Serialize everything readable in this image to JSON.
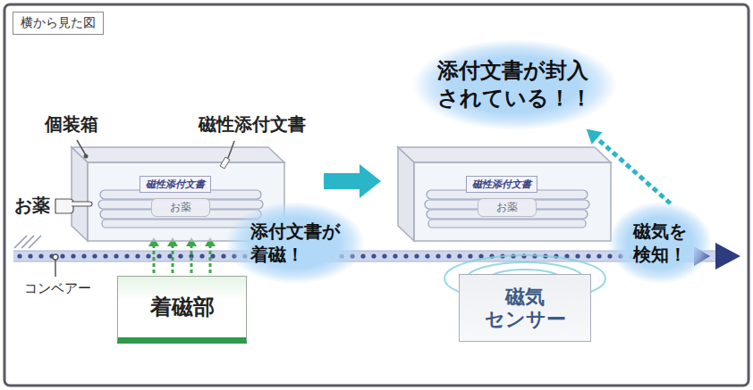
{
  "diagram": {
    "nodes": [
      {
        "text": [
          "横から見た図"
        ]
      },
      {
        "text": [
          "添付文書が封入 されている！！"
        ]
      },
      {
        "text": [
          "磁性添付文書"
        ]
      },
      {
        "text": [
          "お薬"
        ]
      },
      {
        "text": [
          "磁性添付文書"
        ]
      },
      {
        "text": [
          "お薬"
        ]
      },
      {
        "text": [
          "添付文書が 着磁！"
        ]
      },
      {
        "text": [
          "磁気を 検知！"
        ]
      },
      {
        "text": [
          "着磁部"
        ]
      },
      {
        "text": [
          "磁気 センサー"
        ]
      }
    ],
    "edges": [
      {
        "from": 7,
        "to": 1,
        "arrow": "to"
      }
    ],
    "labels": [
      "個装箱",
      "磁性添付文書",
      "お薬",
      "コンベアー"
    ]
  }
}
